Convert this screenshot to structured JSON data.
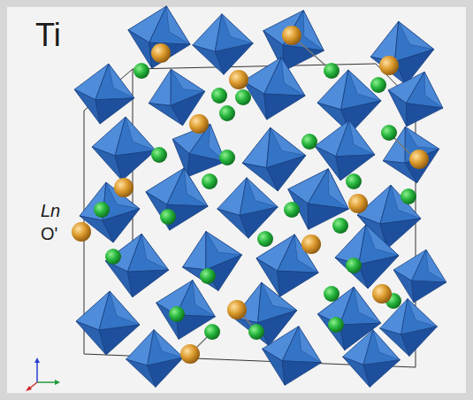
{
  "diagram": {
    "labels": [
      "Ti",
      "Ln",
      "O'"
    ]
  }
}
